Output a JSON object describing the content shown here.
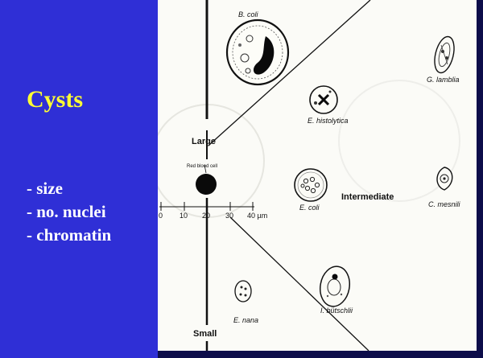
{
  "slide": {
    "title": "Cysts",
    "bullets": [
      "- size",
      "- no. nuclei",
      "- chromatin"
    ]
  },
  "figure": {
    "region_labels": {
      "large": "Large",
      "intermediate": "Intermediate",
      "small": "Small"
    },
    "rbc_label": "Red blood cell",
    "scale": {
      "ticks": [
        "0",
        "10",
        "20",
        "30",
        "40 µm"
      ]
    },
    "organisms": {
      "b_coli": "B. coli",
      "g_lamblia": "G. lamblia",
      "e_histolytica": "E. histolytica",
      "e_coli": "E. coli",
      "c_mesnili": "C. mesnili",
      "e_nana": "E. nana",
      "i_butschlii": "I. bütschlii"
    }
  },
  "colors": {
    "left_panel": "#2f2fd6",
    "title": "#ffff33",
    "bullets": "#ffffff",
    "background": "#0d0d4a"
  }
}
